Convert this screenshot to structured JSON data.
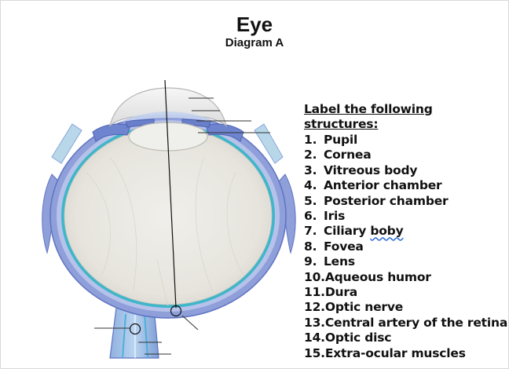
{
  "header": {
    "title": "Eye",
    "subtitle": "Diagram A"
  },
  "panel": {
    "heading": "Label the following structures:",
    "items": [
      {
        "num": "1.",
        "label": "Pupil"
      },
      {
        "num": "2.",
        "label": "Cornea"
      },
      {
        "num": "3.",
        "label": "Vitreous body"
      },
      {
        "num": "4.",
        "label": "Anterior chamber"
      },
      {
        "num": "5.",
        "label": "Posterior chamber"
      },
      {
        "num": "6.",
        "label": "Iris"
      },
      {
        "num": "7.",
        "label": "Ciliary",
        "label_b": "boby"
      },
      {
        "num": "8.",
        "label": "Fovea"
      },
      {
        "num": "9.",
        "label": "Lens"
      },
      {
        "num": "10.",
        "label": "Aqueous humor"
      },
      {
        "num": "11.",
        "label": "Dura"
      },
      {
        "num": "12.",
        "label": "Optic nerve"
      },
      {
        "num": "13.",
        "label": "Central artery of the retina"
      },
      {
        "num": "14.",
        "label": "Optic disc"
      },
      {
        "num": "15.",
        "label": "Extra-ocular muscles"
      }
    ]
  },
  "colors": {
    "sclera_blue": "#8f9fd9",
    "sclera_dark": "#5f73c2",
    "retina_teal": "#3fb6c9",
    "vitreous": "#e8e6e0",
    "lens": "#eeeeea",
    "spellcheck": "#2f6fd6"
  }
}
